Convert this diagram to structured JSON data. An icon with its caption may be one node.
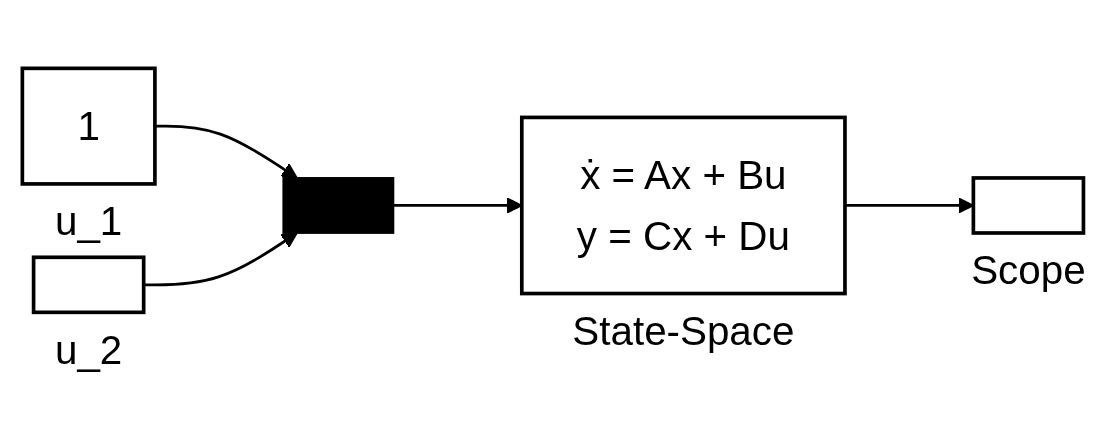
{
  "diagram": {
    "nodes": [
      {
        "text": [
          "1"
        ],
        "beside": [
          "u_1"
        ]
      },
      {
        "text": [],
        "shape": "box",
        "beside": [
          "u_2"
        ]
      },
      {
        "text": [],
        "shape": "bar"
      },
      {
        "text": [
          "ẋ = Ax + Bu",
          "y = Cx + Du"
        ],
        "beside": [
          "State-Space"
        ]
      },
      {
        "text": [],
        "shape": "box",
        "beside": [
          "Scope"
        ]
      }
    ],
    "edges": [
      {
        "from": 0,
        "to": 2,
        "arrow": "to"
      },
      {
        "from": 1,
        "to": 2,
        "arrow": "to"
      },
      {
        "from": 2,
        "to": 3,
        "arrow": "to"
      },
      {
        "from": 3,
        "to": 4,
        "arrow": "to"
      }
    ]
  }
}
